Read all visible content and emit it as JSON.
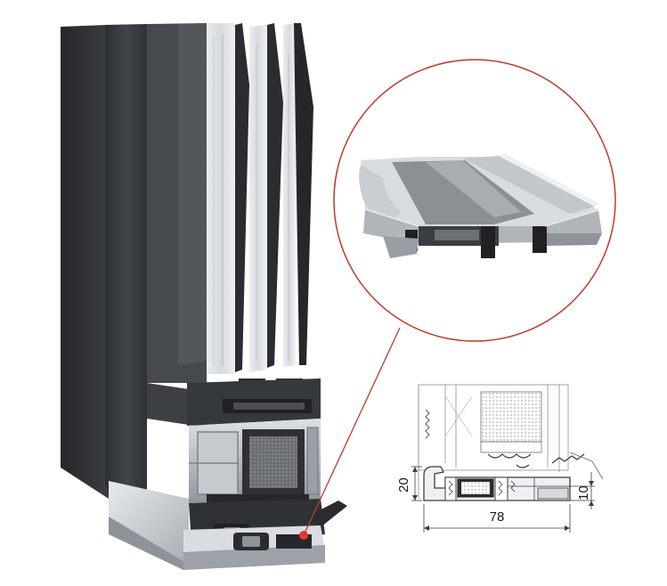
{
  "figure": {
    "accent_color": "#c0392b",
    "frame_color": "#3a3d41",
    "aluminium_color": "#b9bec3"
  },
  "dimensions": {
    "height_left": "20",
    "height_right": "10",
    "width_bottom": "78"
  }
}
